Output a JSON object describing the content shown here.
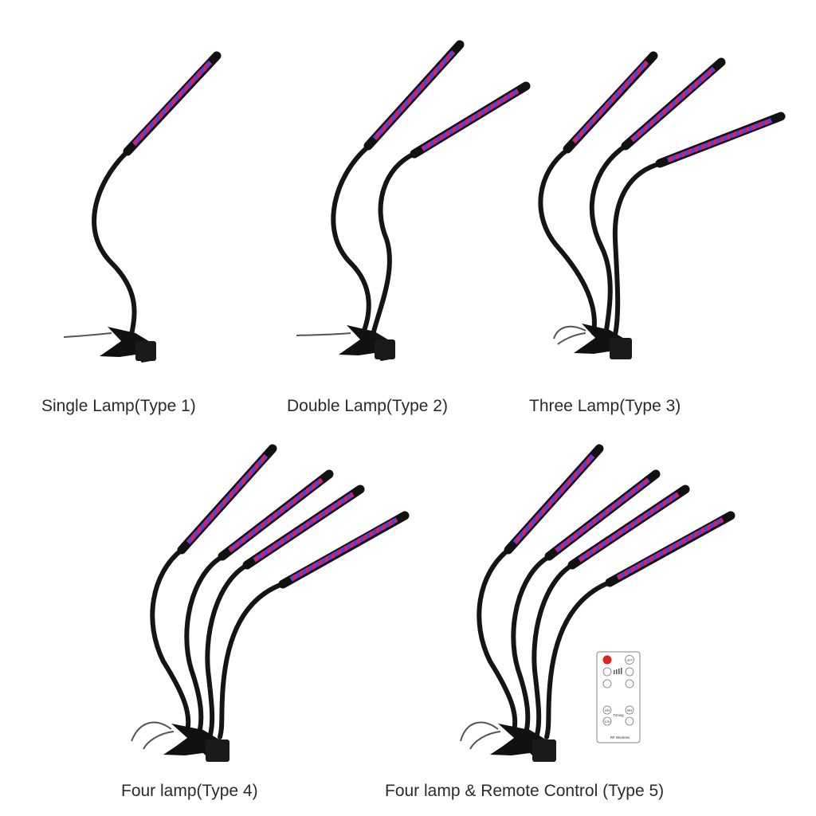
{
  "products": [
    {
      "caption": "Single Lamp(Type 1)",
      "heads": 1,
      "remote": false
    },
    {
      "caption": "Double Lamp(Type 2)",
      "heads": 2,
      "remote": false
    },
    {
      "caption": "Three Lamp(Type 3)",
      "heads": 3,
      "remote": false
    },
    {
      "caption": "Four lamp(Type 4)",
      "heads": 4,
      "remote": false
    },
    {
      "caption": "Four lamp & Remote Control (Type 5)",
      "heads": 4,
      "remote": true
    }
  ],
  "remote": {
    "off_label": "OFF",
    "timing_label": "Timing",
    "timer_options": [
      "4H",
      "8H",
      "12H"
    ],
    "wireless_label": "RF Wireless"
  },
  "colors": {
    "led_red": "#d81e6a",
    "led_blue": "#5b3fd9",
    "lamp_body": "#111111",
    "remote_power": "#d8261c"
  },
  "icons": [
    "clip-base-icon",
    "led-bar-icon",
    "gooseneck-icon",
    "remote-control-icon",
    "power-button-icon"
  ]
}
